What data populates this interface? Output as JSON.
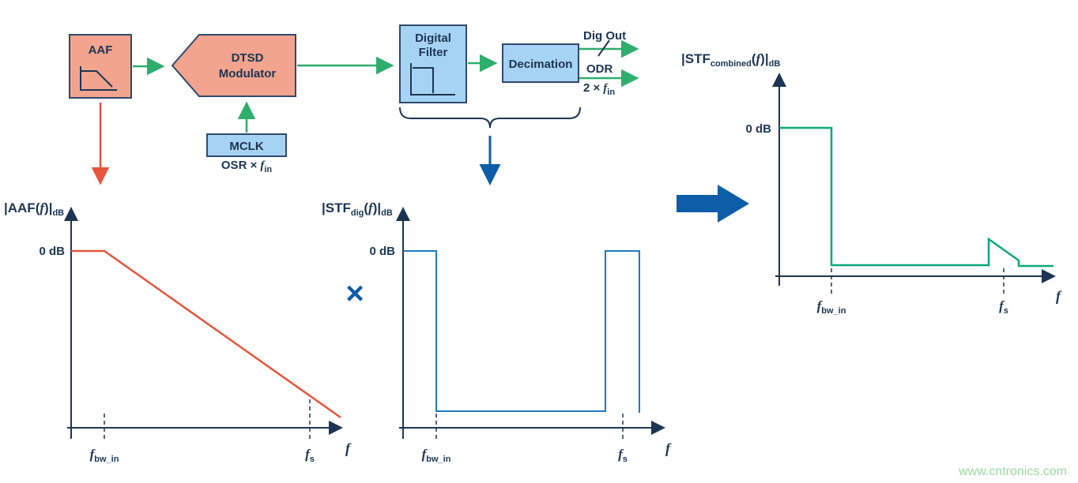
{
  "labels": {
    "aaf_block": "AAF",
    "dtsd_line1": "DTSD",
    "dtsd_line2": "Modulator",
    "digital_filter_line1": "Digital",
    "digital_filter_line2": "Filter",
    "decimation": "Decimation",
    "mclk": "MCLK",
    "osr_prefix": "OSR ×",
    "dig_out": "Dig Out",
    "odr": "ODR",
    "rate_prefix": "2 ×",
    "f_italic": "f",
    "sub_in": "in",
    "multiply": "×"
  },
  "plots": {
    "aaf_title": {
      "open": "|AAF(",
      "f": "f",
      "close": ")|",
      "sub_db": "dB"
    },
    "stf_dig_title": {
      "open": "|STF",
      "sub": "dig",
      "mid": "(",
      "f": "f",
      "close": ")|",
      "sub_db": "dB"
    },
    "stf_combined_title": {
      "open": "|STF",
      "sub": "combined",
      "mid": "(",
      "f": "f",
      "close": ")|",
      "sub_db": "dB"
    },
    "zero_db": "0 dB",
    "axis_f": "f",
    "marker_bw": {
      "f": "f",
      "sub": "bw_in"
    },
    "marker_fs": {
      "f": "f",
      "sub": "s"
    }
  },
  "watermark": "www.cntronics.com",
  "colors": {
    "block_salmon": "#F2A48F",
    "block_blue": "#A6D3F3",
    "outline_navy": "#2F4A6B",
    "text_navy": "#1C3553",
    "arrow_green": "#2EAE6D",
    "curve_orange": "#E8543C",
    "curve_blue": "#1F7AC2",
    "curve_green": "#0AA878",
    "accent_blue": "#0D5DA8",
    "watermark_green": "#9AD9A2"
  }
}
